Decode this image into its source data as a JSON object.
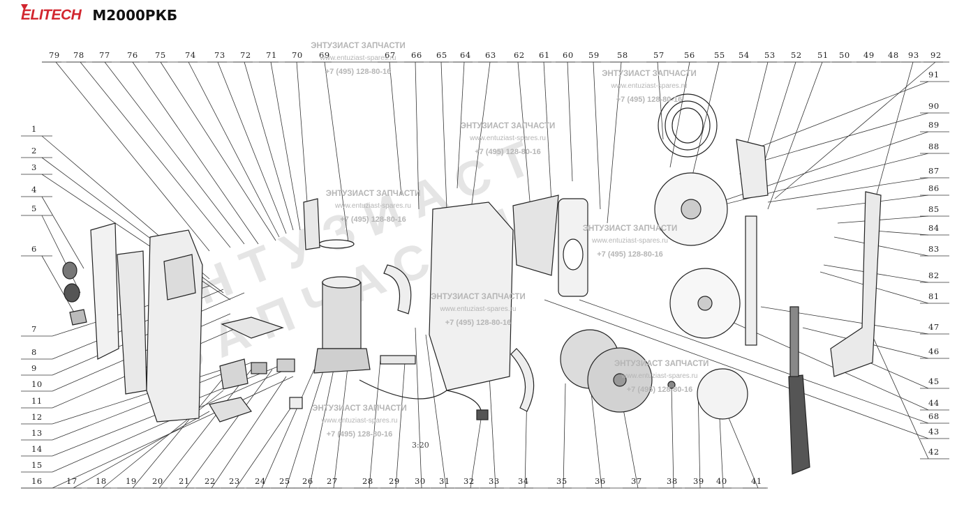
{
  "header": {
    "brand": "ELITECH",
    "model": "M2000РКБ",
    "brand_color": "#d2262f"
  },
  "watermark": {
    "title": "ЭНТУЗИАСТ ЗАПЧАСТИ",
    "site": "www.entuziast-spares.ru",
    "phone": "+7 (495) 128-80-16",
    "big_text": "ЭНТУЗИАСТ ЗАПЧАСТИ"
  },
  "scale_note": "3:20",
  "callouts": {
    "top": [
      "79",
      "78",
      "77",
      "76",
      "75",
      "74",
      "73",
      "72",
      "71",
      "70",
      "69",
      "67",
      "66",
      "65",
      "64",
      "63",
      "62",
      "61",
      "60",
      "59",
      "58",
      "57",
      "56",
      "55",
      "54",
      "53",
      "52",
      "51",
      "50",
      "49",
      "48",
      "93",
      "92"
    ],
    "left": [
      "1",
      "2",
      "3",
      "4",
      "5",
      "6",
      "7",
      "8",
      "9",
      "10",
      "11",
      "12",
      "13",
      "14",
      "15",
      "16"
    ],
    "bottom": [
      "17",
      "18",
      "19",
      "20",
      "21",
      "22",
      "23",
      "24",
      "25",
      "26",
      "27",
      "28",
      "29",
      "30",
      "31",
      "32",
      "33",
      "34",
      "35",
      "36",
      "37",
      "38",
      "39",
      "40",
      "41"
    ],
    "right": [
      "91",
      "90",
      "89",
      "88",
      "87",
      "86",
      "85",
      "84",
      "83",
      "82",
      "81",
      "47",
      "46",
      "45",
      "44",
      "68",
      "43",
      "42"
    ]
  }
}
